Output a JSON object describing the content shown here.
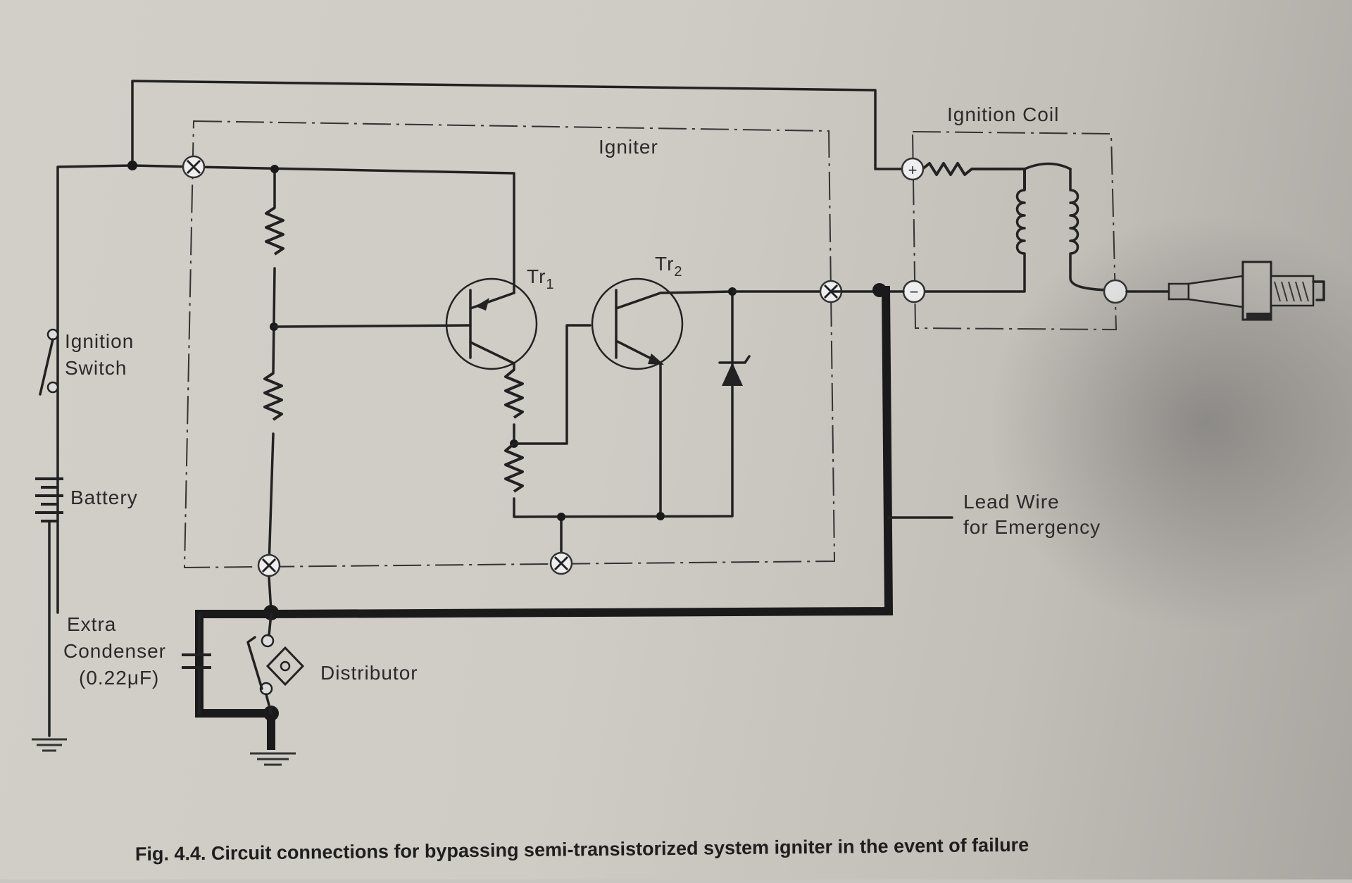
{
  "labels": {
    "igniter": "Igniter",
    "ignition_coil": "Ignition Coil",
    "tr1": "Tr",
    "tr1_sub": "1",
    "tr2": "Tr",
    "tr2_sub": "2",
    "ignition_switch_1": "Ignition",
    "ignition_switch_2": "Switch",
    "battery": "Battery",
    "lead_wire_1": "Lead Wire",
    "lead_wire_2": "for Emergency",
    "extra_condenser_1": "Extra",
    "extra_condenser_2": "Condenser",
    "extra_condenser_3": "(0.22μF)",
    "distributor": "Distributor",
    "coil_plus": "+",
    "coil_minus": "−"
  },
  "caption": "Fig. 4.4. Circuit connections for bypassing semi-transistorized system igniter in the event of failure"
}
